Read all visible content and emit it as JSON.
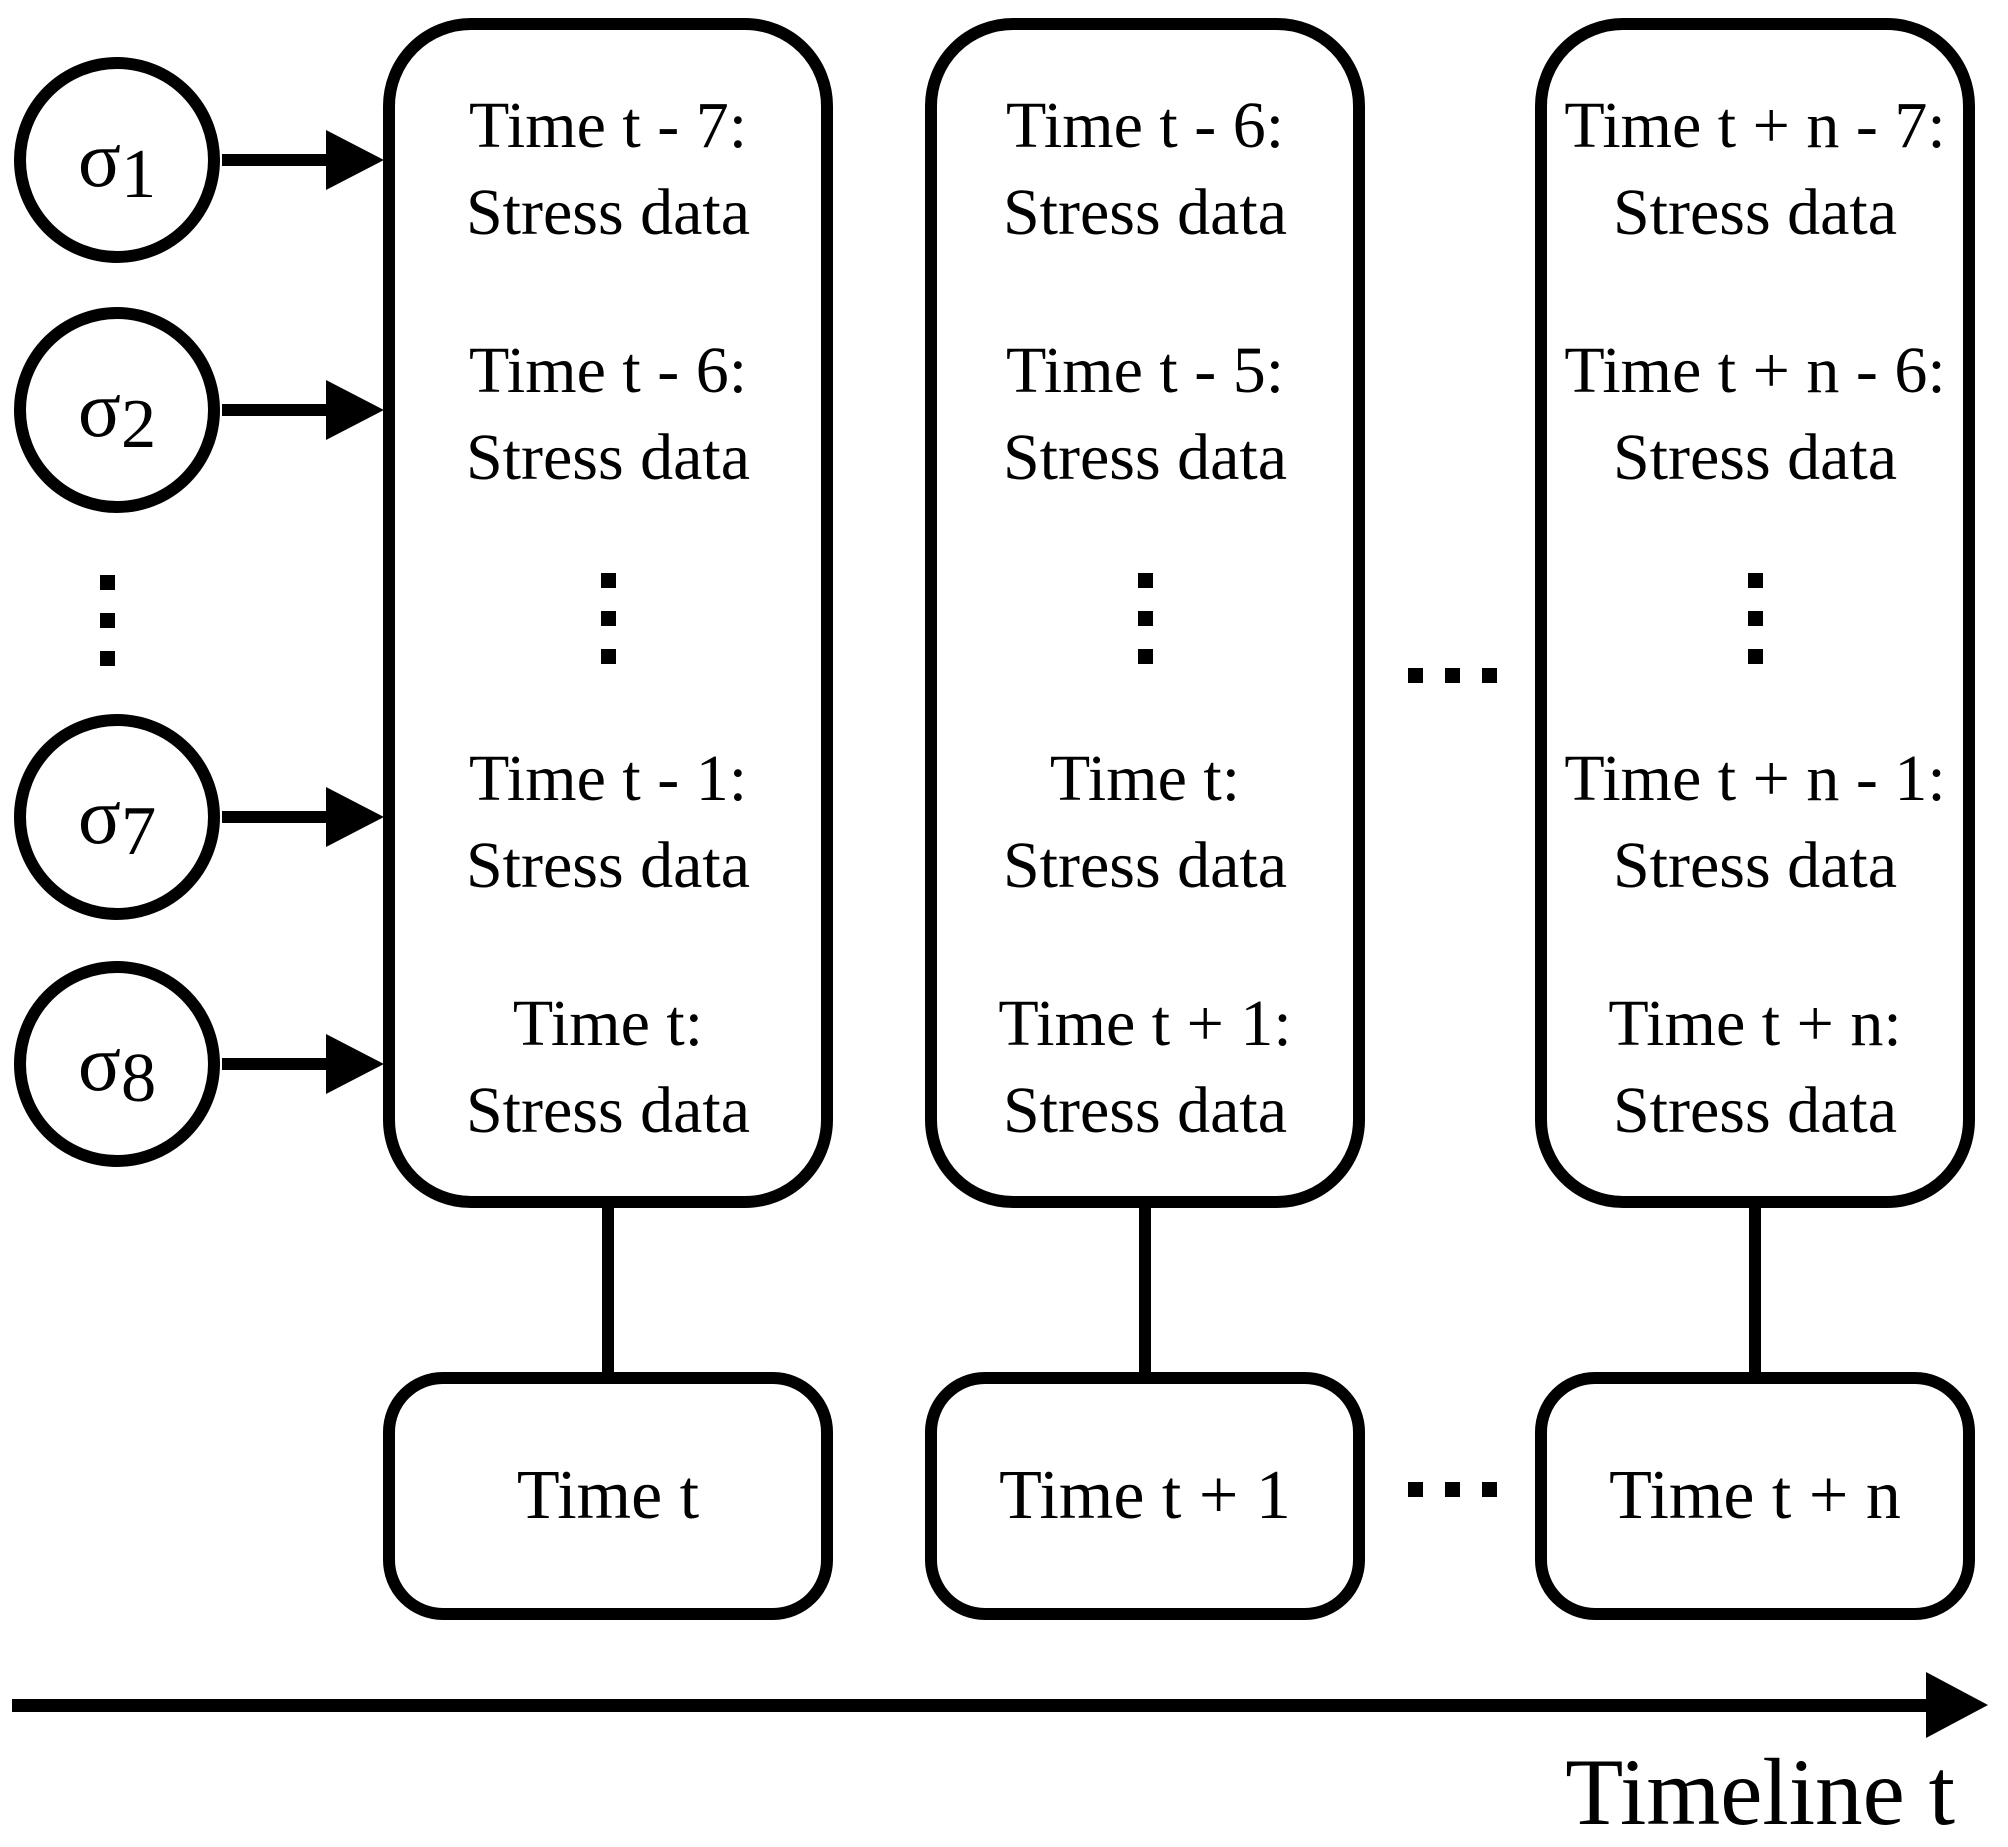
{
  "sensors": [
    {
      "symbol": "σ",
      "index": "1"
    },
    {
      "symbol": "σ",
      "index": "2"
    },
    {
      "symbol": "σ",
      "index": "7"
    },
    {
      "symbol": "σ",
      "index": "8"
    }
  ],
  "columns": [
    {
      "entries": [
        {
          "line1": "Time t - 7:",
          "line2": "Stress data"
        },
        {
          "line1": "Time t - 6:",
          "line2": "Stress data"
        },
        {
          "line1": "Time t - 1:",
          "line2": "Stress data"
        },
        {
          "line1": "Time t:",
          "line2": "Stress data"
        }
      ],
      "footer": "Time t"
    },
    {
      "entries": [
        {
          "line1": "Time t - 6:",
          "line2": "Stress data"
        },
        {
          "line1": "Time t - 5:",
          "line2": "Stress data"
        },
        {
          "line1": "Time t:",
          "line2": "Stress data"
        },
        {
          "line1": "Time t + 1:",
          "line2": "Stress data"
        }
      ],
      "footer": "Time t + 1"
    },
    {
      "entries": [
        {
          "line1": "Time t + n - 7:",
          "line2": "Stress data"
        },
        {
          "line1": "Time t + n - 6:",
          "line2": "Stress data"
        },
        {
          "line1": "Time t + n - 1:",
          "line2": "Stress data"
        },
        {
          "line1": "Time t + n:",
          "line2": "Stress data"
        }
      ],
      "footer": "Time t + n"
    }
  ],
  "timeline": {
    "label": "Timeline t"
  },
  "icons": {
    "vertical_ellipsis": "⋮",
    "horizontal_ellipsis": "···"
  },
  "colors": {
    "ink": "#000000",
    "background": "#ffffff"
  }
}
